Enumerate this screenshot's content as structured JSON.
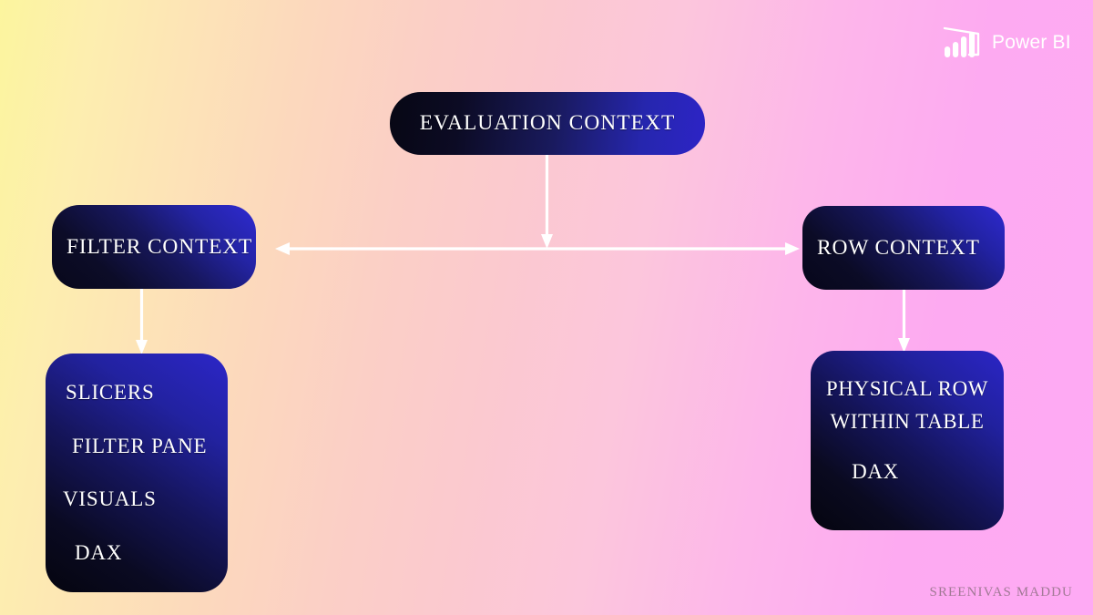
{
  "brand": {
    "logo_icon": "power-bi-logo-icon",
    "name": "Power BI",
    "logo_color": "#ffffff"
  },
  "background": {
    "gradient_stops": [
      "#fcf59e",
      "#fde3b7",
      "#fbc9cf",
      "#fdb6ea",
      "#feaaf4"
    ],
    "direction": "left-to-right"
  },
  "diagram": {
    "type": "hierarchy",
    "node_fill_gradient": [
      "#07071a",
      "#16165c",
      "#2e29cf"
    ],
    "node_text_color": "#ffffff",
    "connector_color": "#ffffff",
    "nodes": {
      "evaluation_context": {
        "label": "EVALUATION CONTEXT"
      },
      "filter_context": {
        "label": "FILTER CONTEXT"
      },
      "row_context": {
        "label": "ROW CONTEXT"
      },
      "filter_context_details": {
        "items": [
          "SLICERS",
          "FILTER PANE",
          "VISUALS",
          "DAX"
        ]
      },
      "row_context_details": {
        "items": [
          "PHYSICAL ROW",
          "WITHIN TABLE",
          "DAX"
        ]
      }
    },
    "connectors": [
      {
        "name": "evaluation-to-axis",
        "kind": "arrow-down"
      },
      {
        "name": "filter-row-axis",
        "kind": "double-arrow-horizontal"
      },
      {
        "name": "filter-to-details",
        "kind": "arrow-down"
      },
      {
        "name": "row-to-details",
        "kind": "arrow-down"
      }
    ]
  },
  "watermark": {
    "text": "SREENIVAS MADDU",
    "color": "#8d6f81"
  }
}
